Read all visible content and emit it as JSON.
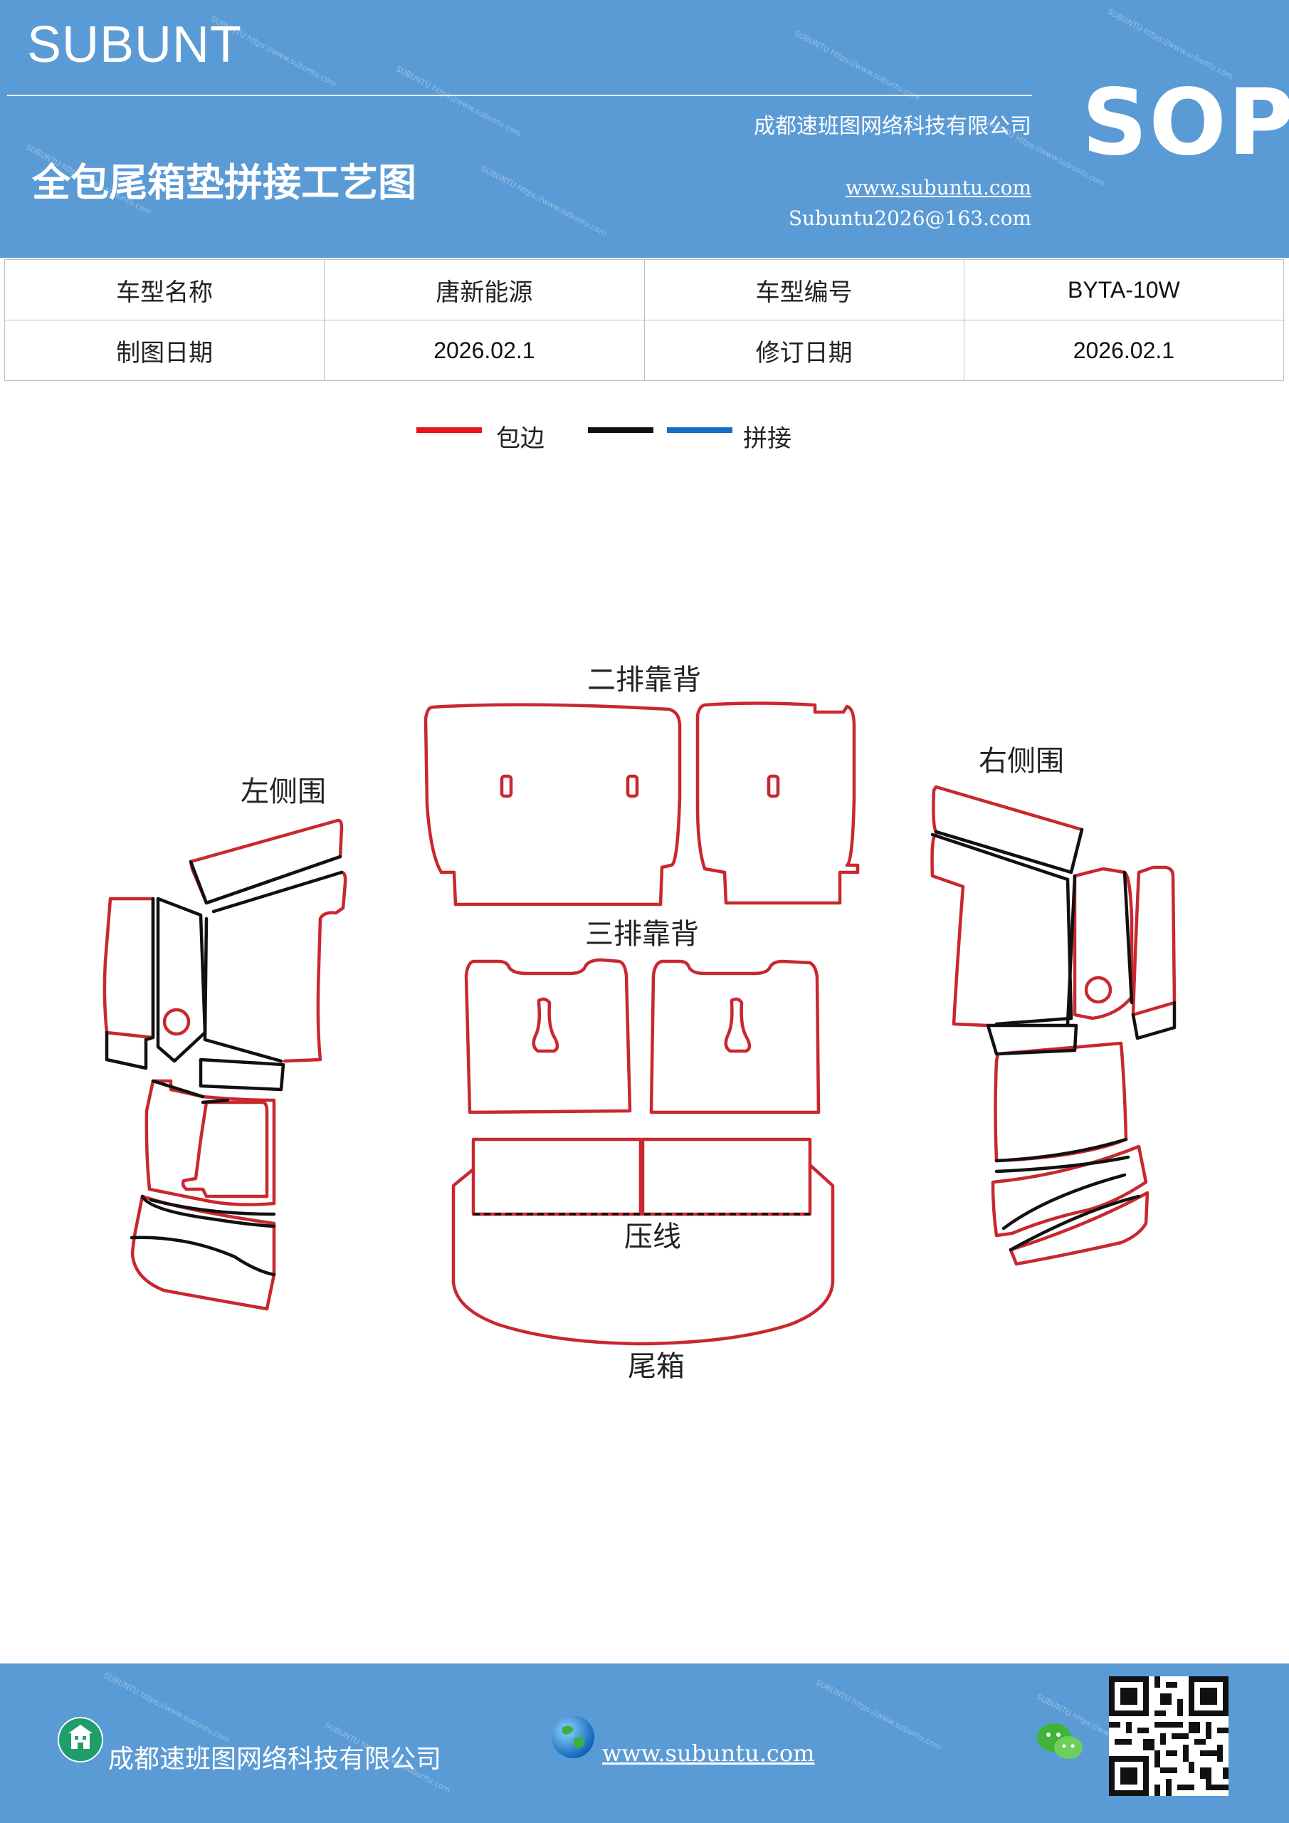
{
  "header": {
    "brand": "SUBUNT",
    "title": "全包尾箱垫拼接工艺图",
    "company": "成都速班图网络科技有限公司",
    "website": "www.subuntu.com",
    "email": "Subuntu2026@163.com",
    "badge": "SOP",
    "watermark": "SUBUNTU https://www.subuntu.com"
  },
  "info_table": {
    "rows": [
      [
        "车型名称",
        "唐新能源",
        "车型编号",
        "BYTA-10W"
      ],
      [
        "制图日期",
        "2026.02.1",
        "修订日期",
        "2026.02.1"
      ]
    ]
  },
  "legend": {
    "items": [
      {
        "label": "包边",
        "colors": [
          "#e8141e"
        ]
      },
      {
        "label": "拼接",
        "colors": [
          "#111111",
          "#1370c6"
        ]
      }
    ]
  },
  "diagram": {
    "labels": {
      "second_row_back": "二排靠背",
      "third_row_back": "三排靠背",
      "left_side": "左侧围",
      "right_side": "右侧围",
      "press_line": "压线",
      "trunk": "尾箱"
    },
    "colors": {
      "edge": "#c8282e",
      "seam": "#111111"
    }
  },
  "footer": {
    "company": "成都速班图网络科技有限公司",
    "website": "www.subuntu.com"
  }
}
